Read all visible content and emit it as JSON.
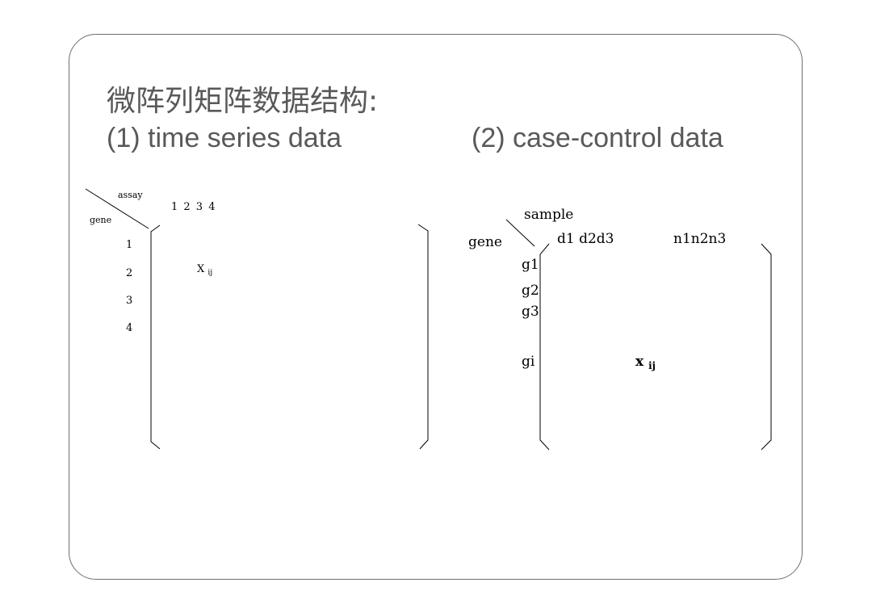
{
  "slide": {
    "title_cn": "微阵列矩阵数据结构:",
    "subtitle_left": "(1) time series data",
    "subtitle_right": "(2) case-control data"
  },
  "left_matrix": {
    "col_header": "assay",
    "row_header": "gene",
    "columns": "1 2 3 4",
    "rows": [
      "1",
      "2",
      "3",
      "4"
    ],
    "element_base": "X",
    "element_sub": "ij"
  },
  "right_matrix": {
    "col_header": "sample",
    "row_header": "gene",
    "columns_left": "d1 d2d3",
    "columns_right": "n1n2n3",
    "rows": [
      "g1",
      "g2",
      "g3",
      "gi"
    ],
    "element_base": "x",
    "element_sub": "ij"
  }
}
